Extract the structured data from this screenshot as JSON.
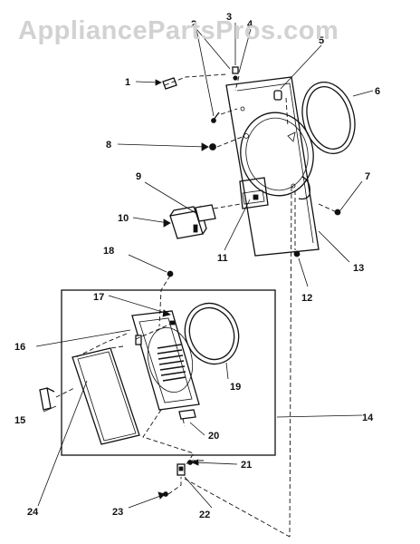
{
  "watermark": "AppliancePartsPros.com",
  "callouts": [
    {
      "id": "1",
      "label": "1"
    },
    {
      "id": "2",
      "label": "2"
    },
    {
      "id": "3",
      "label": "3"
    },
    {
      "id": "4",
      "label": "4"
    },
    {
      "id": "5",
      "label": "5"
    },
    {
      "id": "6",
      "label": "6"
    },
    {
      "id": "7",
      "label": "7"
    },
    {
      "id": "8",
      "label": "8"
    },
    {
      "id": "9",
      "label": "9"
    },
    {
      "id": "10",
      "label": "10"
    },
    {
      "id": "11",
      "label": "11"
    },
    {
      "id": "12",
      "label": "12"
    },
    {
      "id": "13",
      "label": "13"
    },
    {
      "id": "14",
      "label": "14"
    },
    {
      "id": "15",
      "label": "15"
    },
    {
      "id": "16",
      "label": "16"
    },
    {
      "id": "17",
      "label": "17"
    },
    {
      "id": "18",
      "label": "18"
    },
    {
      "id": "19",
      "label": "19"
    },
    {
      "id": "20",
      "label": "20"
    },
    {
      "id": "21",
      "label": "21"
    },
    {
      "id": "22",
      "label": "22"
    },
    {
      "id": "23",
      "label": "23"
    },
    {
      "id": "24",
      "label": "24"
    }
  ]
}
